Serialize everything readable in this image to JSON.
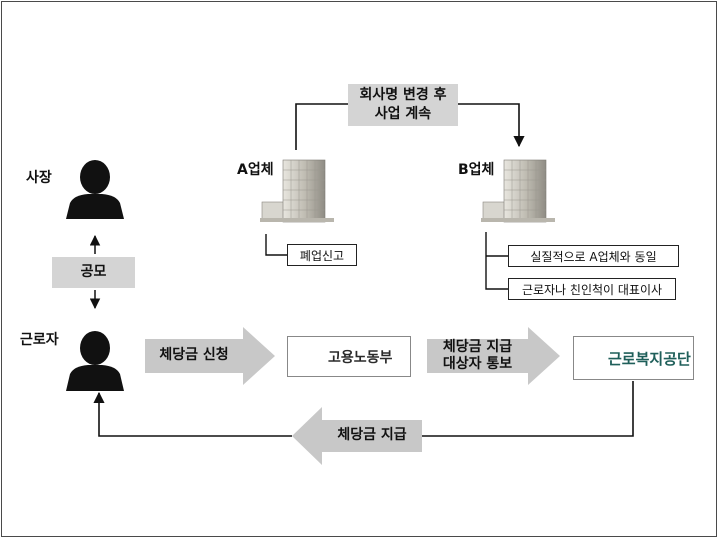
{
  "labels": {
    "owner": "사장",
    "worker": "근로자",
    "company_a": "A업체",
    "company_b": "B업체",
    "conspiracy": "공모"
  },
  "rename_box": {
    "line1": "회사명 변경 후",
    "line2": "사업 계속"
  },
  "notes": {
    "closure": "폐업신고",
    "same_as_a": "실질적으로 A업체와 동일",
    "relative_rep": "근로자나 친인척이 대표이사"
  },
  "flows": {
    "apply": "체당금 신청",
    "notify_line1": "체당금 지급",
    "notify_line2": "대상자 통보",
    "pay": "체당금 지급"
  },
  "orgs": {
    "moel": "고용노동부",
    "kcomwel": "근로복지공단"
  },
  "colors": {
    "arrow_gray": "#c8c8c8",
    "box_gray": "#d4d4d4",
    "kcomwel_teal": "#1f7a6e",
    "moel_red": "#c8102e",
    "moel_blue": "#1b3c8c"
  }
}
